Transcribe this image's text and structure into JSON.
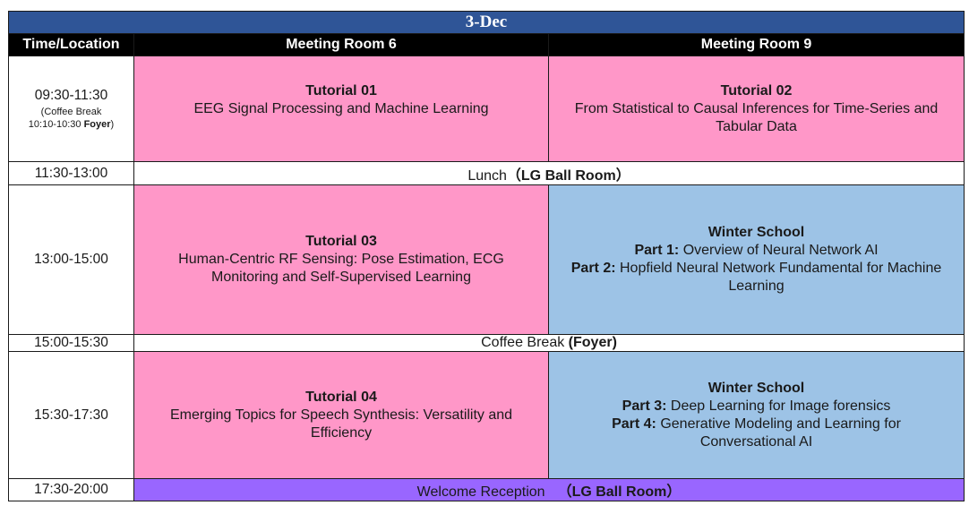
{
  "date": "3-Dec",
  "headers": {
    "time": "Time/Location",
    "room6": "Meeting Room 6",
    "room9": "Meeting Room 9"
  },
  "slot1": {
    "time": "09:30-11:30",
    "note_prefix": "(Coffee Break",
    "note_time": "10:10-10:30",
    "note_place": "Foyer",
    "note_suffix": ")",
    "room6_title": "Tutorial 01",
    "room6_line1": "EEG Signal Processing and Machine Learning",
    "room9_title": "Tutorial 02",
    "room9_line1": "From Statistical to Causal Inferences for Time-Series and",
    "room9_line2": "Tabular Data"
  },
  "lunch": {
    "time": "11:30-13:00",
    "label": "Lunch",
    "place": "（LG Ball Room）"
  },
  "slot2": {
    "time": "13:00-15:00",
    "room6_title": "Tutorial 03",
    "room6_line1": "Human-Centric RF Sensing: Pose Estimation, ECG",
    "room6_line2": "Monitoring and Self-Supervised Learning",
    "room9_title": "Winter School",
    "part1_label": "Part 1:",
    "part1_text": "Overview of Neural Network AI",
    "part2_label": "Part 2:",
    "part2_text": "Hopfield Neural Network Fundamental for Machine",
    "part2_text2": "Learning"
  },
  "coffee": {
    "time": "15:00-15:30",
    "label": "Coffee Break",
    "place": "(Foyer)"
  },
  "slot3": {
    "time": "15:30-17:30",
    "room6_title": "Tutorial 04",
    "room6_line1": "Emerging Topics for Speech Synthesis: Versatility and",
    "room6_line2": "Efficiency",
    "room9_title": "Winter School",
    "part3_label": "Part 3:",
    "part3_text": "Deep Learning for Image forensics",
    "part4_label": "Part 4:",
    "part4_text": "Generative Modeling and Learning for",
    "part4_text2": "Conversational AI"
  },
  "reception": {
    "time": "17:30-20:00",
    "label": "Welcome Reception",
    "place": "（LG Ball Room）"
  },
  "colors": {
    "date_bar": "#2f5597",
    "header_bar": "#000000",
    "tutorial": "#ff97c8",
    "winter_school": "#9dc3e6",
    "reception": "#9966ff"
  }
}
